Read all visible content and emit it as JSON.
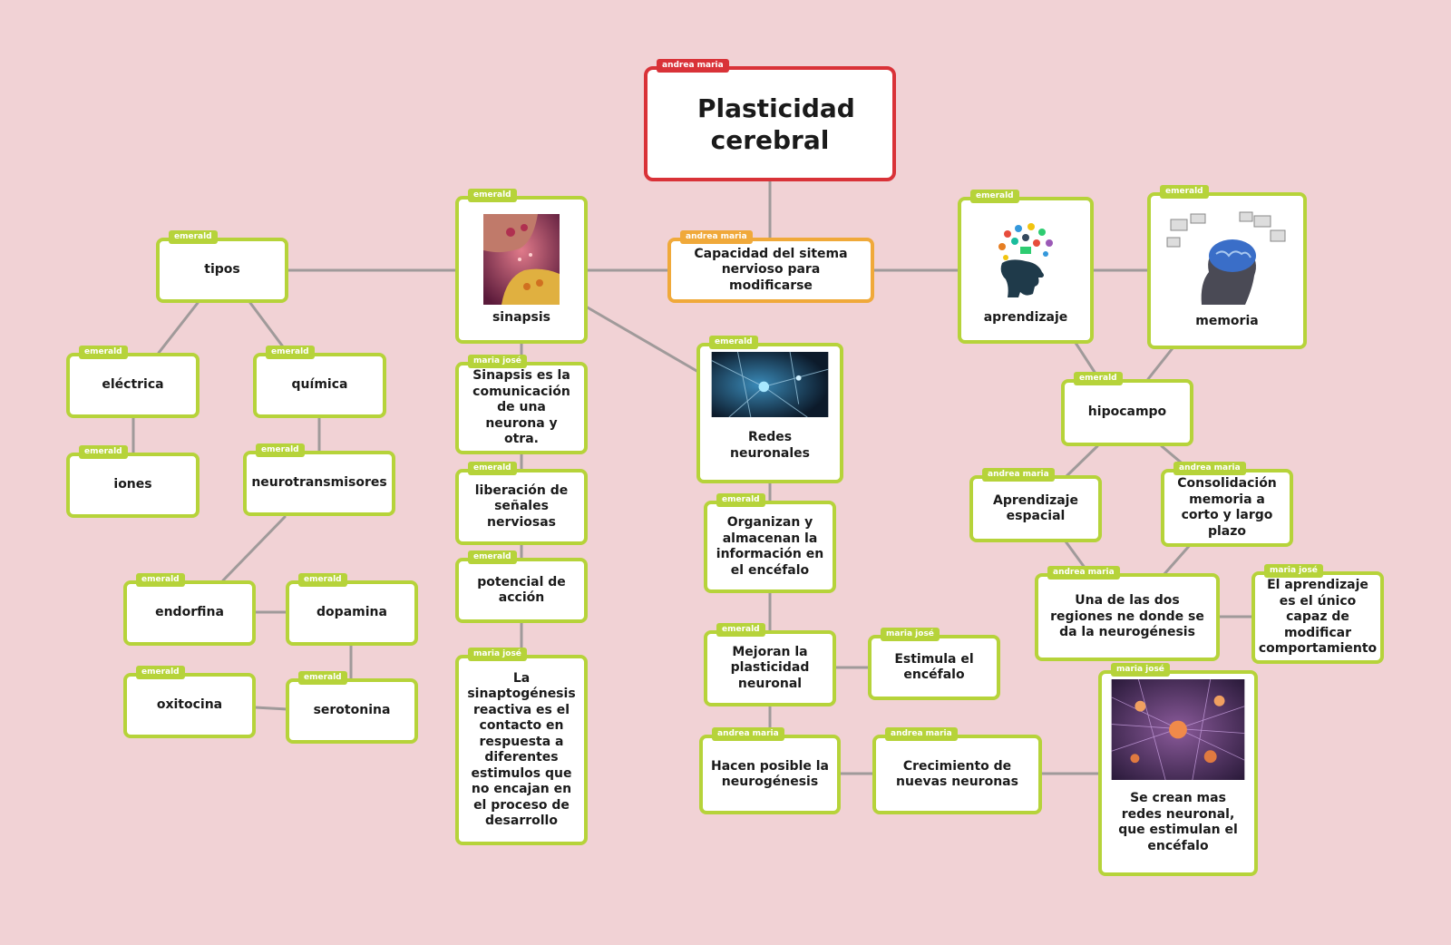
{
  "nodes": {
    "root": {
      "text": "Plasticidad cerebral",
      "author": "andrea maria"
    },
    "capacidad": {
      "text": "Capacidad del sitema nervioso para modificarse",
      "author": "andrea maria"
    },
    "sinapsis": {
      "text": "sinapsis",
      "author": "emerald"
    },
    "tipos": {
      "text": "tipos",
      "author": "emerald"
    },
    "electrica": {
      "text": "eléctrica",
      "author": "emerald"
    },
    "quimica": {
      "text": "química",
      "author": "emerald"
    },
    "iones": {
      "text": "iones",
      "author": "emerald"
    },
    "neurotransmisores": {
      "text": "neurotransmisores",
      "author": "emerald"
    },
    "endorfina": {
      "text": "endorfina",
      "author": "emerald"
    },
    "dopamina": {
      "text": "dopamina",
      "author": "emerald"
    },
    "oxitocina": {
      "text": "oxitocina",
      "author": "emerald"
    },
    "serotonina": {
      "text": "serotonina",
      "author": "emerald"
    },
    "sinapsis_def": {
      "text": "Sinapsis es la comunicación de una neurona y otra.",
      "author": "maria josé"
    },
    "liberacion": {
      "text": "liberación de señales nerviosas",
      "author": "emerald"
    },
    "potencial": {
      "text": "potencial de acción",
      "author": "emerald"
    },
    "sinaptogenesis": {
      "text": "La sinaptogénesis reactiva es el contacto en respuesta a diferentes estimulos que no encajan en el proceso de desarrollo",
      "author": "maria josé"
    },
    "redes": {
      "text": "Redes neuronales",
      "author": "emerald"
    },
    "organizan": {
      "text": "Organizan y almacenan la información en el encéfalo",
      "author": "emerald"
    },
    "mejoran": {
      "text": "Mejoran la plasticidad neuronal",
      "author": "emerald"
    },
    "estimula": {
      "text": "Estimula el encéfalo",
      "author": "maria josé"
    },
    "hacen": {
      "text": "Hacen posible la neurogénesis",
      "author": "andrea maria"
    },
    "crecimiento": {
      "text": "Crecimiento de nuevas neuronas",
      "author": "andrea maria"
    },
    "aprendizaje": {
      "text": "aprendizaje",
      "author": "emerald"
    },
    "memoria": {
      "text": "memoria",
      "author": "emerald"
    },
    "hipocampo": {
      "text": "hipocampo",
      "author": "emerald"
    },
    "espacial": {
      "text": "Aprendizaje espacial",
      "author": "andrea maria"
    },
    "consolidacion": {
      "text": "Consolidación memoria a corto y largo plazo",
      "author": "andrea maria"
    },
    "regiones": {
      "text": "Una de las dos regiones ne donde se da la neurogénesis",
      "author": "andrea maria"
    },
    "unico": {
      "text": "El aprendizaje es el único capaz de modificar comportamiento",
      "author": "maria josé"
    },
    "redes2": {
      "text": "Se crean mas redes neuronal, que estimulan el encéfalo",
      "author": "maria josé"
    }
  },
  "colors": {
    "background": "#f1d2d5",
    "green": "#b6d33a",
    "orange": "#f0a93a",
    "red": "#d93238",
    "line": "#a09a9a"
  }
}
